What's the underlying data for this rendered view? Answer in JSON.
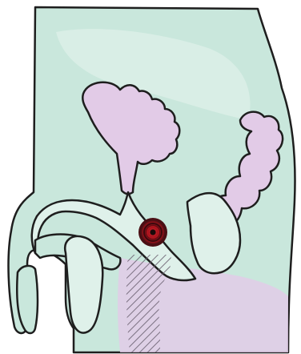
{
  "diagram": {
    "colors": {
      "background": "#ffffff",
      "tissue_green": "#c9e7dc",
      "tissue_green_light": "#dff1ea",
      "organ_pink": "#e2cbe7",
      "organ_pink_deep": "#d7b8df",
      "outline": "#1e1e1e",
      "marker_outer": "#4a0f14",
      "marker_ring": "#b0141d",
      "marker_center": "#1a0a0a",
      "hatch": "#6a6070"
    },
    "regions": [
      "body-outline",
      "bladder",
      "seminal-vesicle",
      "rectum",
      "urethra",
      "penis",
      "testis",
      "perineum"
    ],
    "marker": {
      "icon": "target-marker-icon"
    }
  }
}
